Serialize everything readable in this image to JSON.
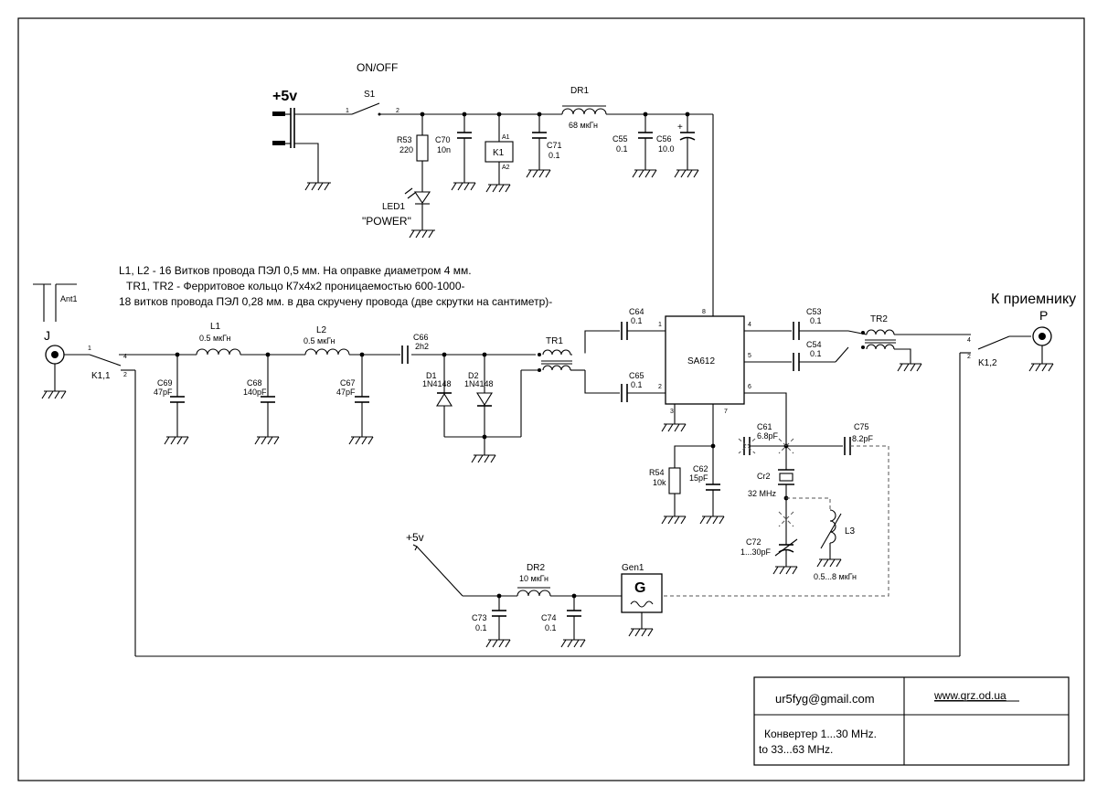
{
  "power": {
    "label": "+5v",
    "switch_caption": "ON/OFF",
    "switch_name": "S1",
    "pin1": "1",
    "pin2": "2"
  },
  "components": {
    "r53": {
      "name": "R53",
      "value": "220"
    },
    "c70": {
      "name": "C70",
      "value": "10n"
    },
    "k1": {
      "name": "K1",
      "pin_a1": "A1",
      "pin_a2": "A2"
    },
    "c71": {
      "name": "C71",
      "value": "0.1"
    },
    "dr1": {
      "name": "DR1",
      "value": "68 мкГн"
    },
    "c55": {
      "name": "C55",
      "value": "0.1"
    },
    "c56": {
      "name": "C56",
      "value": "10.0",
      "polarity": "+"
    },
    "led1": {
      "name": "LED1",
      "caption": "\"POWER\""
    },
    "ant1": {
      "name": "Ant1"
    },
    "j": {
      "name": "J"
    },
    "k11": {
      "name": "K1,1",
      "pin1": "1",
      "pin2": "2",
      "pin4": "4"
    },
    "l1": {
      "name": "L1",
      "value": "0.5 мкГн"
    },
    "l2": {
      "name": "L2",
      "value": "0.5 мкГн"
    },
    "c69": {
      "name": "C69",
      "value": "47pF"
    },
    "c68": {
      "name": "C68",
      "value": "140pF"
    },
    "c67": {
      "name": "C67",
      "value": "47pF"
    },
    "c66": {
      "name": "C66",
      "value": "2h2"
    },
    "d1": {
      "name": "D1",
      "value": "1N4148"
    },
    "d2": {
      "name": "D2",
      "value": "1N4148"
    },
    "tr1": {
      "name": "TR1"
    },
    "c64": {
      "name": "C64",
      "value": "0.1"
    },
    "c65": {
      "name": "C65",
      "value": "0.1"
    },
    "ic": {
      "name": "SA612",
      "pin1": "1",
      "pin2": "2",
      "pin3": "3",
      "pin4": "4",
      "pin5": "5",
      "pin6": "6",
      "pin7": "7",
      "pin8": "8"
    },
    "c53": {
      "name": "C53",
      "value": "0.1"
    },
    "c54": {
      "name": "C54",
      "value": "0.1"
    },
    "tr2": {
      "name": "TR2"
    },
    "p": {
      "name": "P"
    },
    "k12": {
      "name": "K1,2",
      "pin2": "2",
      "pin4": "4"
    },
    "c61": {
      "name": "C61",
      "value": "6.8pF"
    },
    "c75": {
      "name": "C75",
      "value": "8.2pF"
    },
    "r54": {
      "name": "R54",
      "value": "10k"
    },
    "c62": {
      "name": "C62",
      "value": "15pF"
    },
    "cr2": {
      "name": "Cr2",
      "value": "32 MHz"
    },
    "c72": {
      "name": "C72",
      "value": "1...30pF"
    },
    "l3": {
      "name": "L3",
      "value": "0.5...8 мкГн"
    },
    "lo_power": {
      "label": "+5v"
    },
    "dr2": {
      "name": "DR2",
      "value": "10 мкГн"
    },
    "c73": {
      "name": "C73",
      "value": "0.1"
    },
    "c74": {
      "name": "C74",
      "value": "0.1"
    },
    "gen1": {
      "name": "Gen1",
      "symbol": "G"
    }
  },
  "receiver_label": "К приемнику",
  "notes": {
    "line1": "L1,  L2 - 16 Витков провода ПЭЛ 0,5 мм. На оправке диаметром 4 мм.",
    "line2": "TR1, TR2 - Ферритовое кольцо К7х4х2 проницаемостью 600-1000-",
    "line3": "18 витков провода ПЭЛ 0,28 мм. в два скручену провода (две скрутки на сантиметр)-"
  },
  "title_block": {
    "email": "ur5fyg@gmail.com",
    "website": "www.qrz.od.ua",
    "desc_line1": "Конвертер 1...30 MHz.",
    "desc_line2": "to  33...63 MHz."
  }
}
